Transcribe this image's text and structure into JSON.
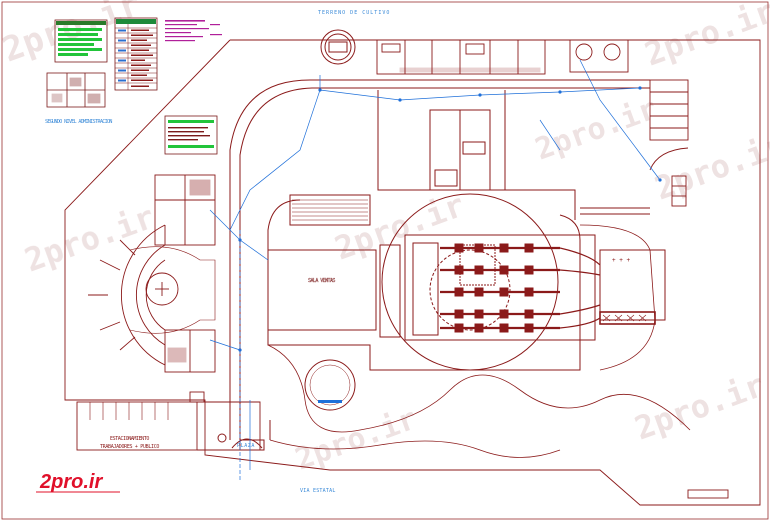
{
  "drawing": {
    "top_label": "TERRENO DE CULTIVO",
    "bottom_label": "VIA ESTATAL",
    "admin_caption": "SEGUNDO NIVEL ADMINISTRACION",
    "sala_label": "SALA VENTAS",
    "parking_title": "ESTACIONAMIENTO",
    "parking_sub": "TRABAJADORES + PUBLICO",
    "plaza_label": "PLAZA",
    "colors": {
      "wall": "#8b1a1a",
      "wall_light": "#c06060",
      "line_blue": "#1e6fd9",
      "text_blue": "#3a8ad8",
      "accent_green": "#1aa84a",
      "magenta": "#b0209a",
      "watermark": "#d9c3c3",
      "logo_red": "#e0102a"
    }
  },
  "watermark": {
    "text": "2pro.ir",
    "logo": "2pro.ir"
  }
}
